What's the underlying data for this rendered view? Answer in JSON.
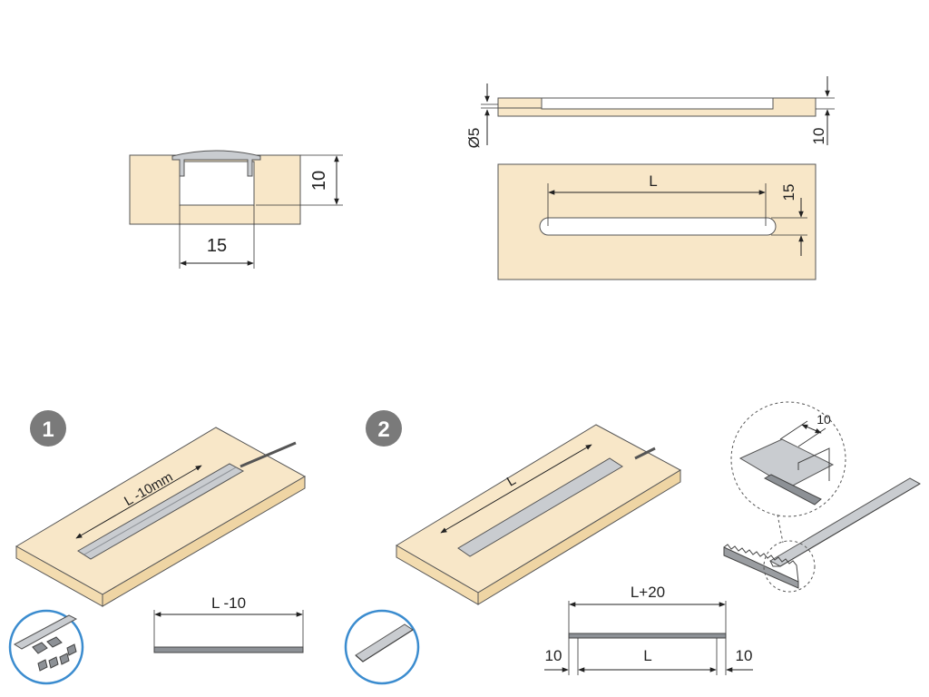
{
  "colors": {
    "wood": "#f8e7c8",
    "wood_side": "#f3dcb0",
    "line": "#333333",
    "metal": "#c9ccd0",
    "metal_dark": "#8d9196",
    "step_badge": "#7a7a7a",
    "circle_blue": "#3b8ccf",
    "white": "#ffffff"
  },
  "top_left": {
    "dim_height": "10",
    "dim_width": "15"
  },
  "top_right": {
    "dim_diameter": "Ø5",
    "dim_depth": "10",
    "dim_length": "L",
    "dim_width": "15"
  },
  "step1": {
    "badge": "1",
    "dim_length": "L -10mm",
    "dim_profile": "L -10"
  },
  "step2": {
    "badge": "2",
    "dim_length": "L",
    "dim_total": "L+20",
    "dim_left": "10",
    "dim_mid": "L",
    "dim_right": "10",
    "dim_detail": "10"
  },
  "icons": {
    "badge": "step-number-badge",
    "detail": "magnifier-detail-circle",
    "saw": "saw-blade-icon"
  }
}
